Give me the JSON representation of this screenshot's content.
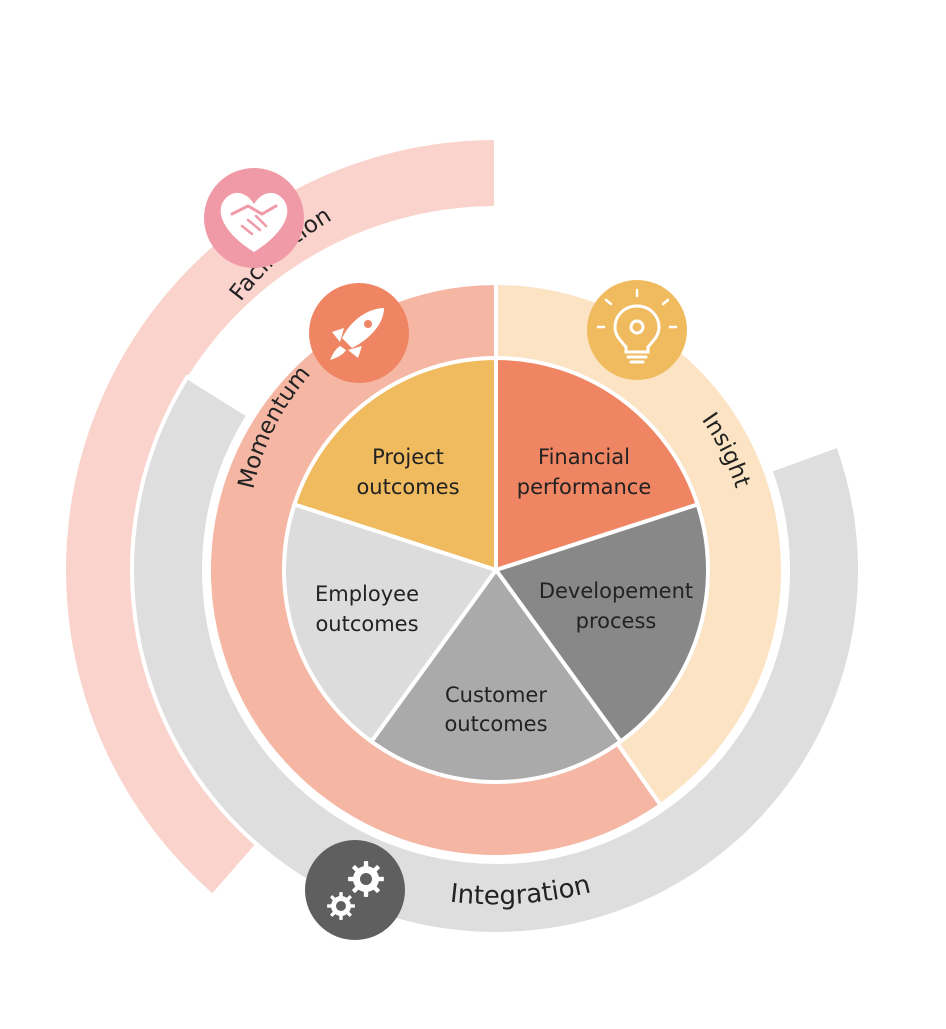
{
  "colors": {
    "facilitation_ring": "#f9d3cc",
    "integration_ring": "#dedede",
    "momentum_ring": "#f5b7a4",
    "insight_ring": "#fbe3c4",
    "project": "#f0bb5f",
    "financial": "#ef8563",
    "development": "#888888",
    "customer": "#aaaaaa",
    "employee": "#dcdcdc",
    "facilitation_badge": "#f09aa7",
    "momentum_badge": "#ef8563",
    "insight_badge": "#f0bb5f",
    "integration_badge": "#5f5f5f"
  },
  "rings": {
    "facilitation": "Facilitation",
    "momentum": "Momentum",
    "insight": "Insight",
    "integration": "Integration"
  },
  "segments": {
    "project": [
      "Project",
      "outcomes"
    ],
    "financial": [
      "Financial",
      "performance"
    ],
    "development": [
      "Developement",
      "process"
    ],
    "customer": [
      "Customer",
      "outcomes"
    ],
    "employee": [
      "Employee",
      "outcomes"
    ]
  },
  "icons": {
    "facilitation": "handshake-heart-icon",
    "momentum": "rocket-icon",
    "insight": "lightbulb-gear-icon",
    "integration": "gears-icon"
  }
}
